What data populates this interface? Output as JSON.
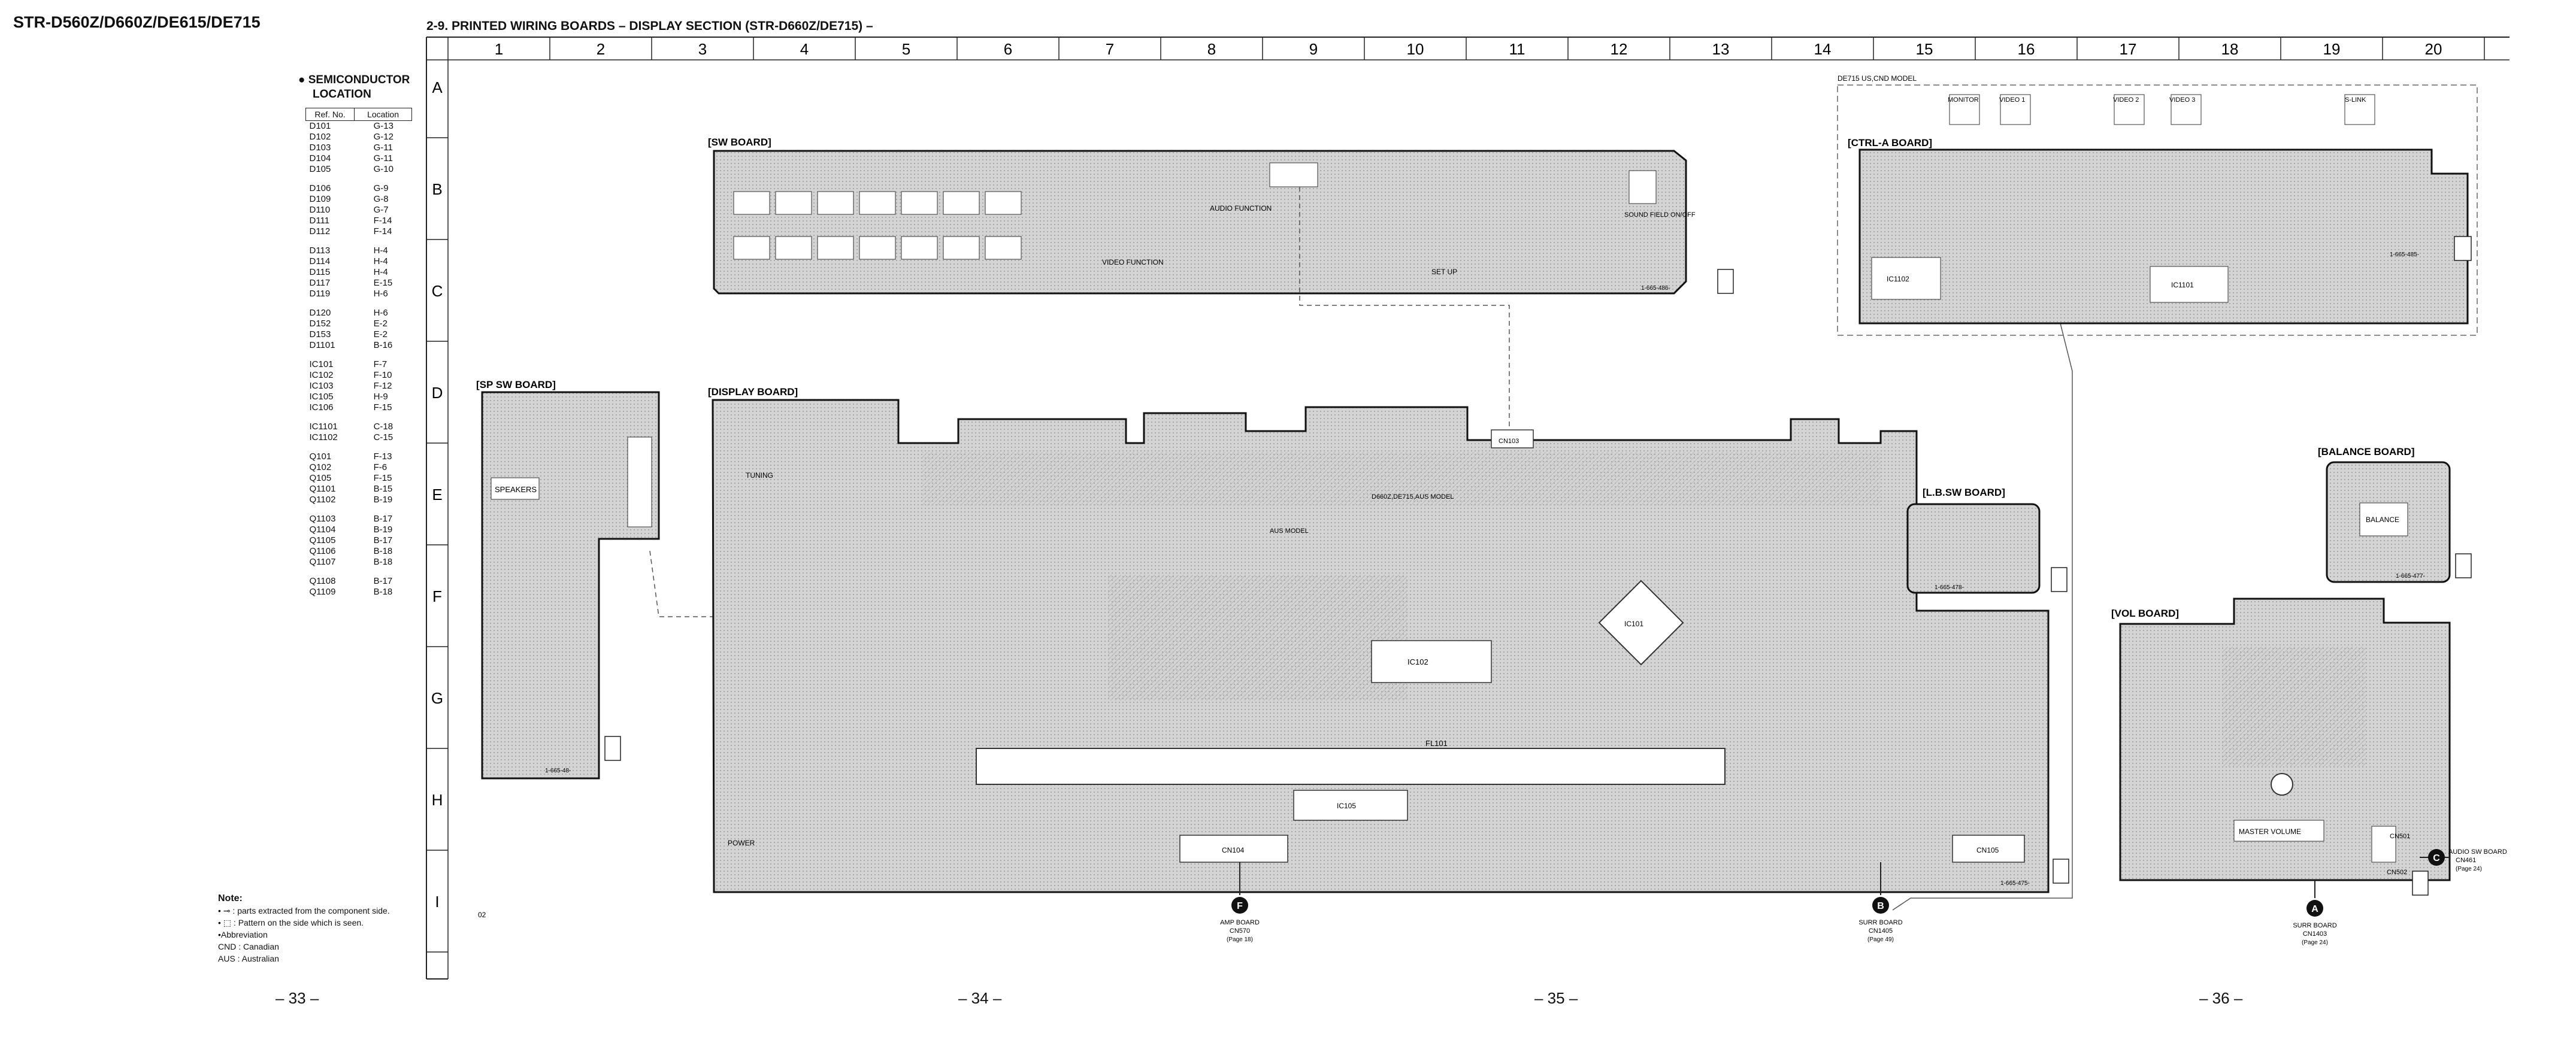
{
  "header": {
    "model": "STR-D560Z/D660Z/DE615/DE715",
    "section_title": "2-9. PRINTED WIRING  BOARDS – DISPLAY SECTION (STR-D660Z/DE715) –"
  },
  "semiconductor": {
    "title_line1": "● SEMICONDUCTOR",
    "title_line2": "LOCATION",
    "col_ref": "Ref. No.",
    "col_loc": "Location",
    "groups": [
      [
        [
          "D101",
          "G-13"
        ],
        [
          "D102",
          "G-12"
        ],
        [
          "D103",
          "G-11"
        ],
        [
          "D104",
          "G-11"
        ],
        [
          "D105",
          "G-10"
        ]
      ],
      [
        [
          "D106",
          "G-9"
        ],
        [
          "D109",
          "G-8"
        ],
        [
          "D110",
          "G-7"
        ],
        [
          "D111",
          "F-14"
        ],
        [
          "D112",
          "F-14"
        ]
      ],
      [
        [
          "D113",
          "H-4"
        ],
        [
          "D114",
          "H-4"
        ],
        [
          "D115",
          "H-4"
        ],
        [
          "D117",
          "E-15"
        ],
        [
          "D119",
          "H-6"
        ]
      ],
      [
        [
          "D120",
          "H-6"
        ],
        [
          "D152",
          "E-2"
        ],
        [
          "D153",
          "E-2"
        ],
        [
          "D1101",
          "B-16"
        ]
      ],
      [
        [
          "IC101",
          "F-7"
        ],
        [
          "IC102",
          "F-10"
        ],
        [
          "IC103",
          "F-12"
        ],
        [
          "IC105",
          "H-9"
        ],
        [
          "IC106",
          "F-15"
        ]
      ],
      [
        [
          "IC1101",
          "C-18"
        ],
        [
          "IC1102",
          "C-15"
        ]
      ],
      [
        [
          "Q101",
          "F-13"
        ],
        [
          "Q102",
          "F-6"
        ],
        [
          "Q105",
          "F-15"
        ],
        [
          "Q1101",
          "B-15"
        ],
        [
          "Q1102",
          "B-19"
        ]
      ],
      [
        [
          "Q1103",
          "B-17"
        ],
        [
          "Q1104",
          "B-19"
        ],
        [
          "Q1105",
          "B-17"
        ],
        [
          "Q1106",
          "B-18"
        ],
        [
          "Q1107",
          "B-18"
        ]
      ],
      [
        [
          "Q1108",
          "B-17"
        ],
        [
          "Q1109",
          "B-18"
        ]
      ]
    ]
  },
  "grid": {
    "columns": [
      "1",
      "2",
      "3",
      "4",
      "5",
      "6",
      "7",
      "8",
      "9",
      "10",
      "11",
      "12",
      "13",
      "14",
      "15",
      "16",
      "17",
      "18",
      "19",
      "20"
    ],
    "rows": [
      "A",
      "B",
      "C",
      "D",
      "E",
      "F",
      "G",
      "H",
      "I"
    ]
  },
  "boards": {
    "sw": "[SW BOARD]",
    "sp_sw": "[SP SW BOARD]",
    "display": "[DISPLAY BOARD]",
    "ctrl_a": "[CTRL-A BOARD]",
    "lb_sw": "[L.B.SW BOARD]",
    "balance": "[BALANCE BOARD]",
    "vol": "[VOL BOARD]",
    "ctrl_model_note": "DE715 US,CND MODEL"
  },
  "component_labels": {
    "ic101": "IC101",
    "ic102": "IC102",
    "ic105": "IC105",
    "fl101": "FL101",
    "cn104": "CN104",
    "cn103": "CN103",
    "cn105": "CN105",
    "ic1101": "IC1101",
    "ic1102": "IC1102",
    "cn501": "CN501",
    "cn502": "CN502",
    "master_volume": "MASTER VOLUME",
    "balance_knob": "BALANCE",
    "tuning": "TUNING",
    "video_function": "VIDEO FUNCTION",
    "audio_function": "AUDIO FUNCTION",
    "power": "POWER",
    "speakers": "SPEAKERS",
    "sound_field": "SOUND FIELD ON/OFF",
    "set_up": "SET UP",
    "aus_model": "AUS MODEL",
    "d660z_model": "D660Z,DE715,AUS MODEL",
    "jacks": [
      "MONITOR",
      "VIDEO 1",
      "VIDEO 2",
      "VIDEO 3",
      "S-LINK"
    ],
    "part_numbers": [
      "1-665-486-",
      "1-665-48-",
      "1-665-475-",
      "1-665-478-",
      "1-665-477-",
      "1-665-485-"
    ]
  },
  "connectors": [
    {
      "letter": "F",
      "line1": "AMP BOARD",
      "line2": "CN570",
      "line3": "(Page 18)"
    },
    {
      "letter": "B",
      "line1": "SURR BOARD",
      "line2": "CN1405",
      "line3": "(Page 49)"
    },
    {
      "letter": "A",
      "line1": "SURR BOARD",
      "line2": "CN1403",
      "line3": "(Page 24)"
    },
    {
      "letter": "C",
      "line1": "AUDIO SW BOARD",
      "line2": "CN461",
      "line3": "(Page 24)"
    }
  ],
  "notes": {
    "title": "Note:",
    "lines": [
      "• ⊸ : parts extracted from the component side.",
      "• ⬚ : Pattern on the side which is seen.",
      "•Abbreviation",
      "CND  : Canadian",
      "AUS  : Australian"
    ],
    "sheet_code": "02"
  },
  "page_numbers": [
    "– 33 –",
    "– 34 –",
    "– 35 –",
    "– 36 –"
  ]
}
